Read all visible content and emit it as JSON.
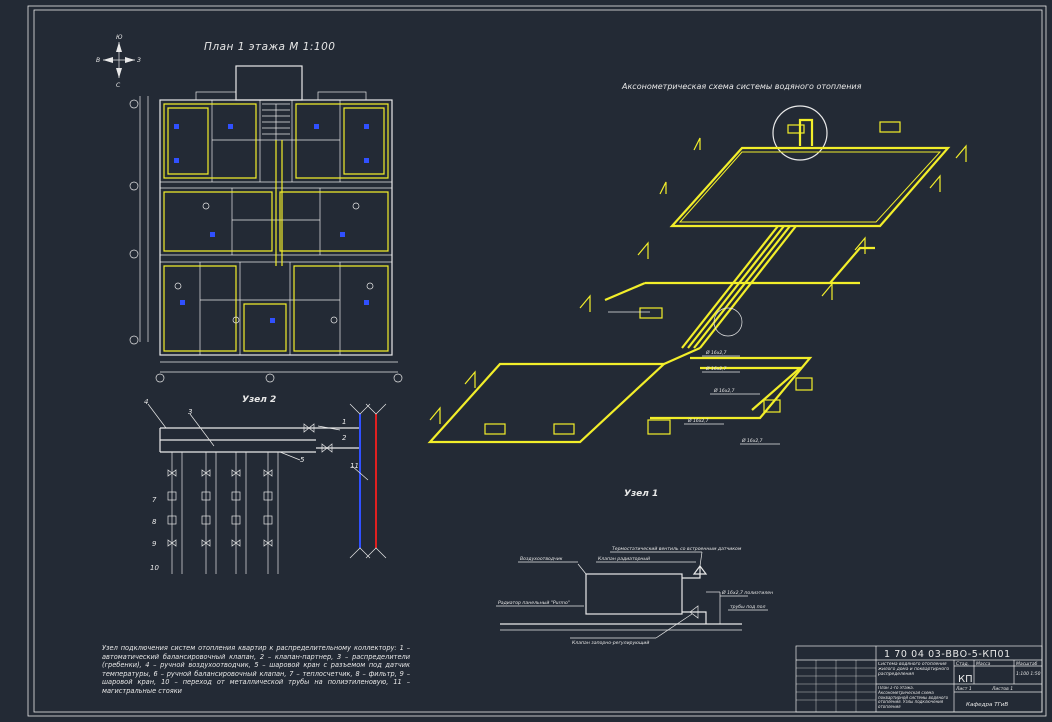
{
  "plan": {
    "title": "План 1 этажа М 1:100",
    "compass": {
      "n": "Ю",
      "s": "С",
      "w": "В",
      "e": "З"
    }
  },
  "axo": {
    "title": "Аксонометрическая схема системы водяного отопления"
  },
  "node1": {
    "title": "Узел 1",
    "labels": {
      "thermo_valve": "Термостатический вентиль со встроенным датчиком",
      "valve_radiator": "Клапан радиаторный",
      "air_release": "Воздухоотводчик",
      "radiator": "Радиатор панельный \"Purmo\"",
      "valve_lock": "Клапан запорно-регулирующий",
      "pipe": "Ø 16х2,7 полиэтилен",
      "floor": "трубы под пол"
    }
  },
  "node2": {
    "title": "Узел 2",
    "numbers": [
      "1",
      "2",
      "3",
      "4",
      "5",
      "7",
      "8",
      "9",
      "10",
      "11"
    ]
  },
  "legend": {
    "heading": "Узел подключения систем отопления квартир к распределительному коллектору:",
    "items": "1 – автоматический балансировочный клапан, 2 – клапан-партнер, 3 – распределители (гребенки), 4 – ручной воздухоотводчик, 5 – шаровой кран с разъемом под датчик температуры, 6 – ручной балансировочный клапан, 7 – теплосчетчик, 8 – фильтр, 9 – шаровой кран, 10 – переход от металлической трубы на полиэтиленовую, 11 – магистральные стояки"
  },
  "titleblock": {
    "code": "1 70 04 03-ВВО-5-КП01",
    "description": "Система водяного отопления жилого дома и поквартирного распределения",
    "stage": "КП",
    "scale": "1:100 1:50",
    "sheets_label": "Лист 1",
    "sheet_total": "Листов 1",
    "group": "Кафедра ТГиВ",
    "sheet_title": "План 1-го этажа. Аксонометрическая схема поквартирной системы водяного отопления. Узлы подключения отопления",
    "headers": [
      "Стад.",
      "Масса",
      "Масштаб"
    ]
  },
  "colors": {
    "background": "#232a35",
    "line": "#e9e9e9",
    "pipe": "#f2ee2a",
    "cold": "#3050ff",
    "hot": "#e02020",
    "radiator_fill": "#1fb8c0"
  }
}
